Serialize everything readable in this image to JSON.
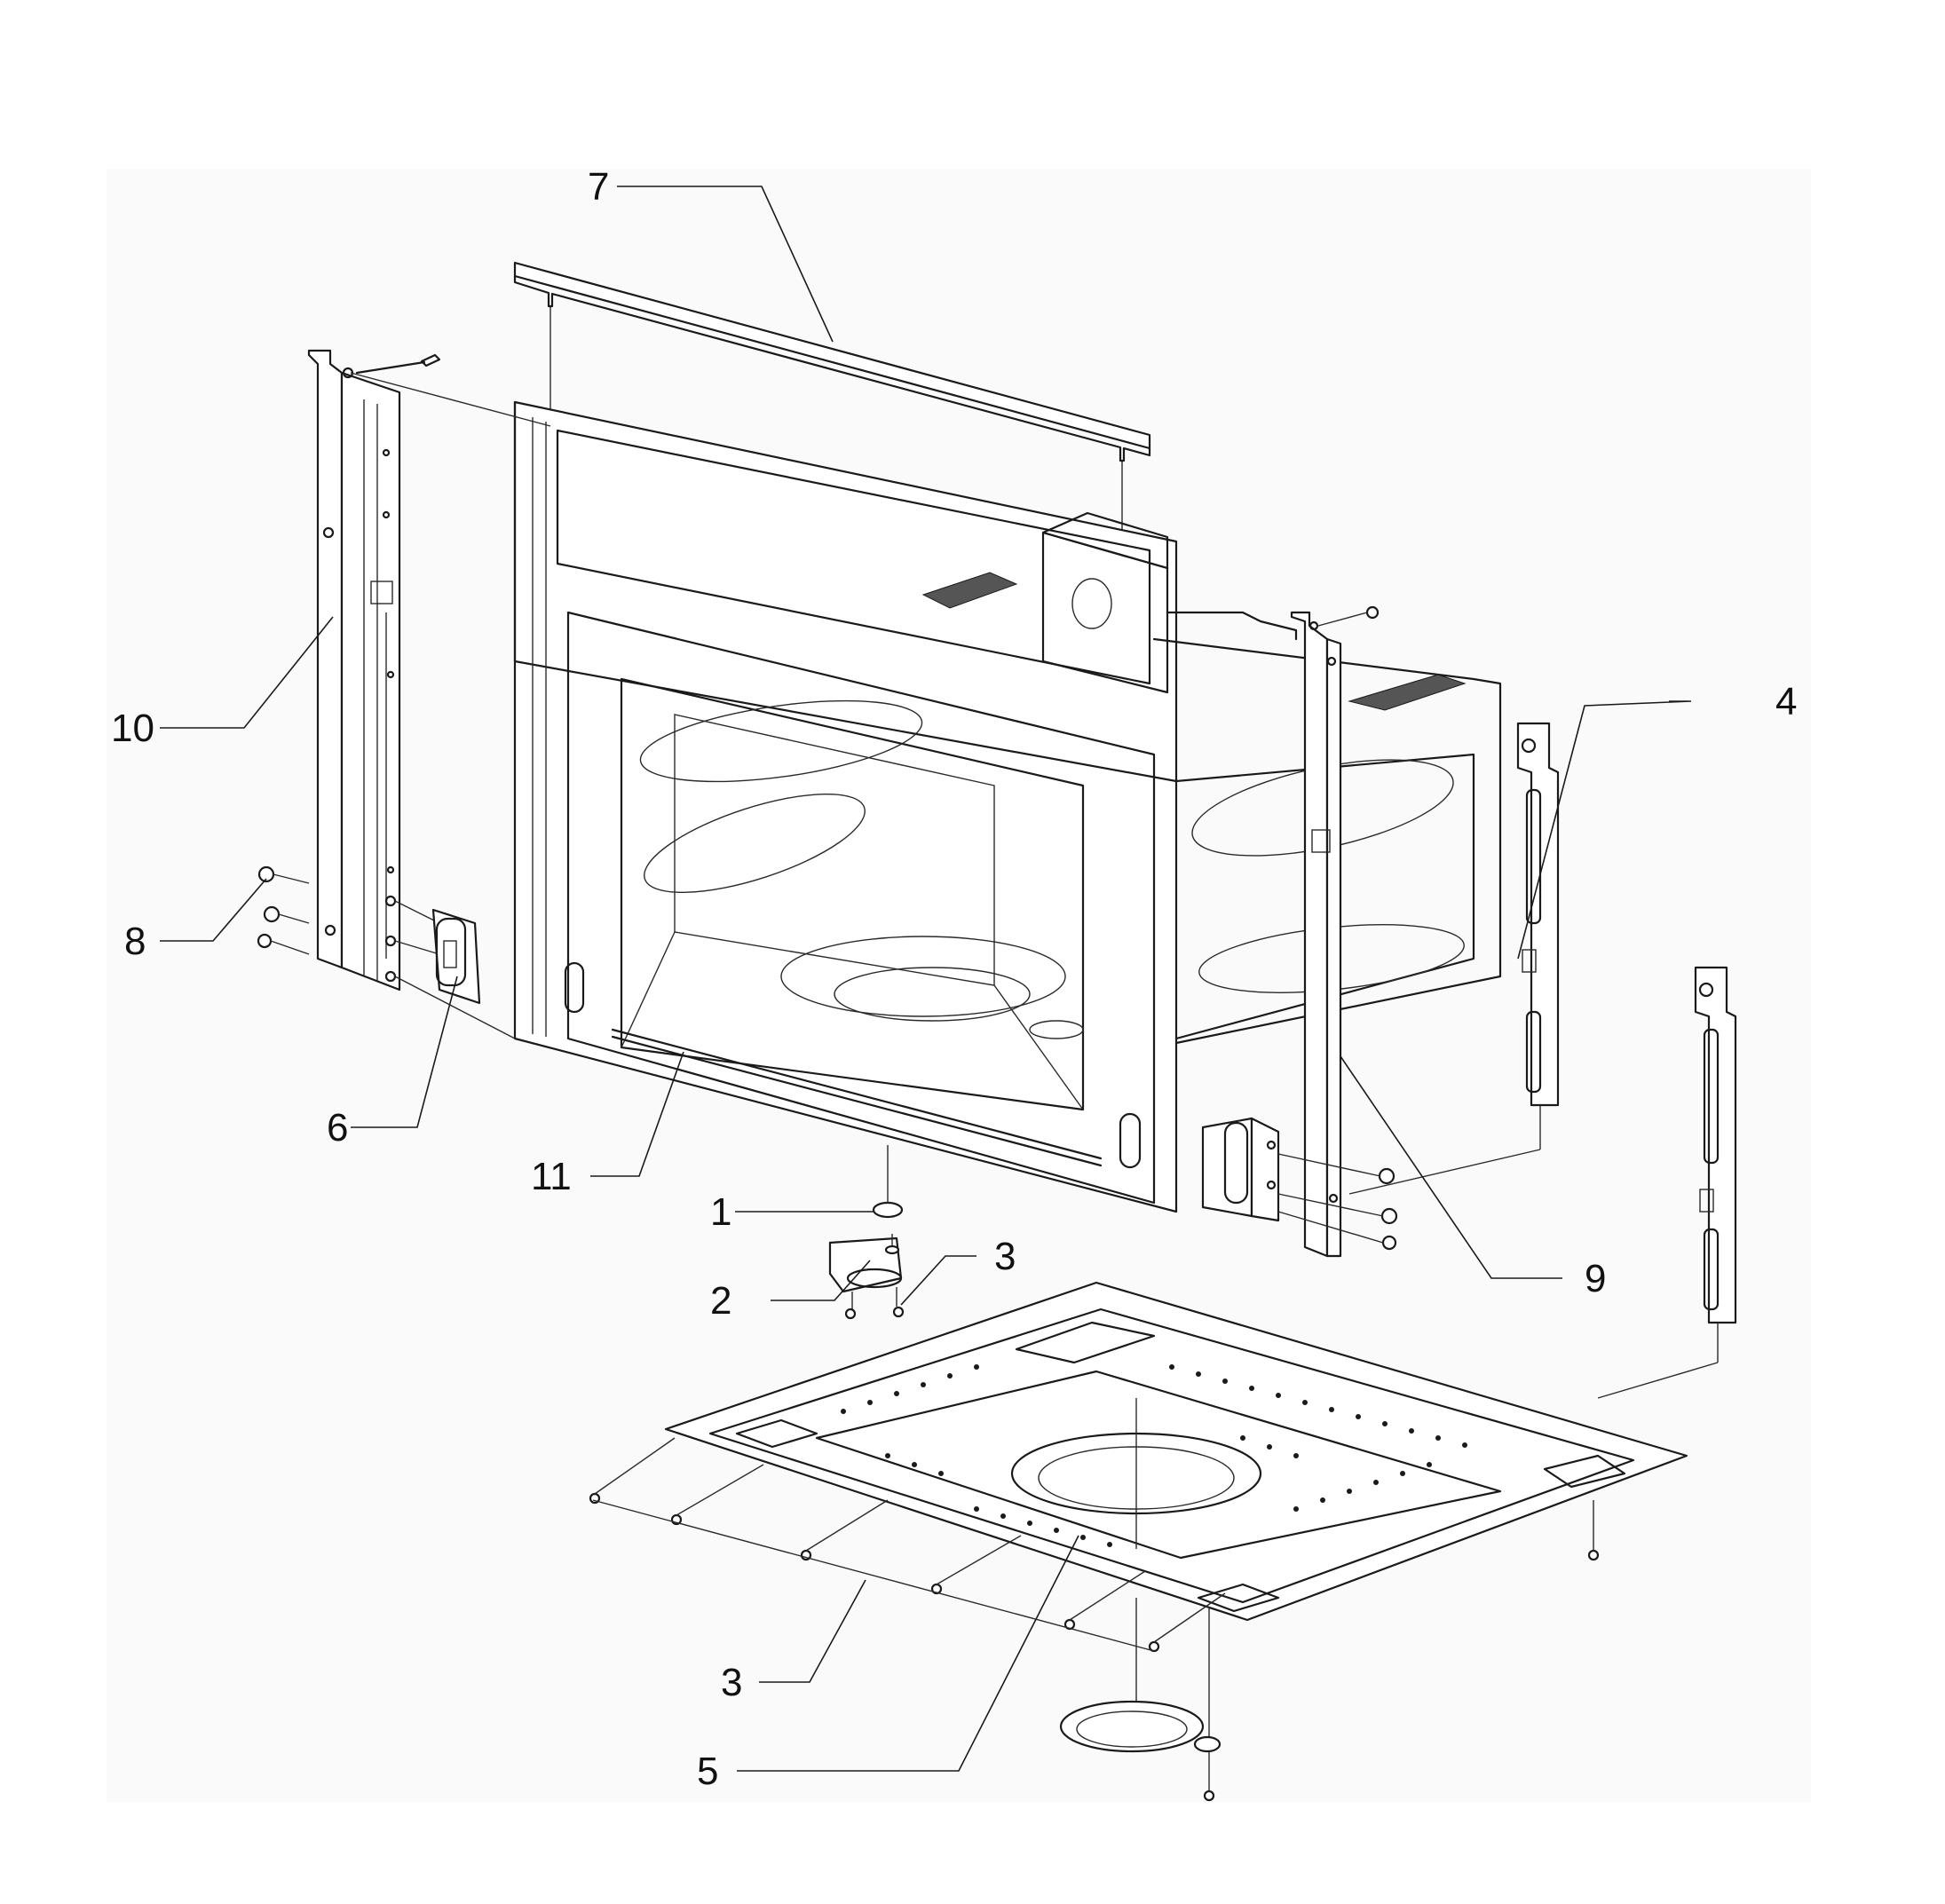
{
  "diagram": {
    "type": "exploded-parts-view",
    "callouts": [
      "1",
      "2",
      "3",
      "3",
      "4",
      "5",
      "6",
      "7",
      "8",
      "9",
      "10",
      "11"
    ]
  }
}
